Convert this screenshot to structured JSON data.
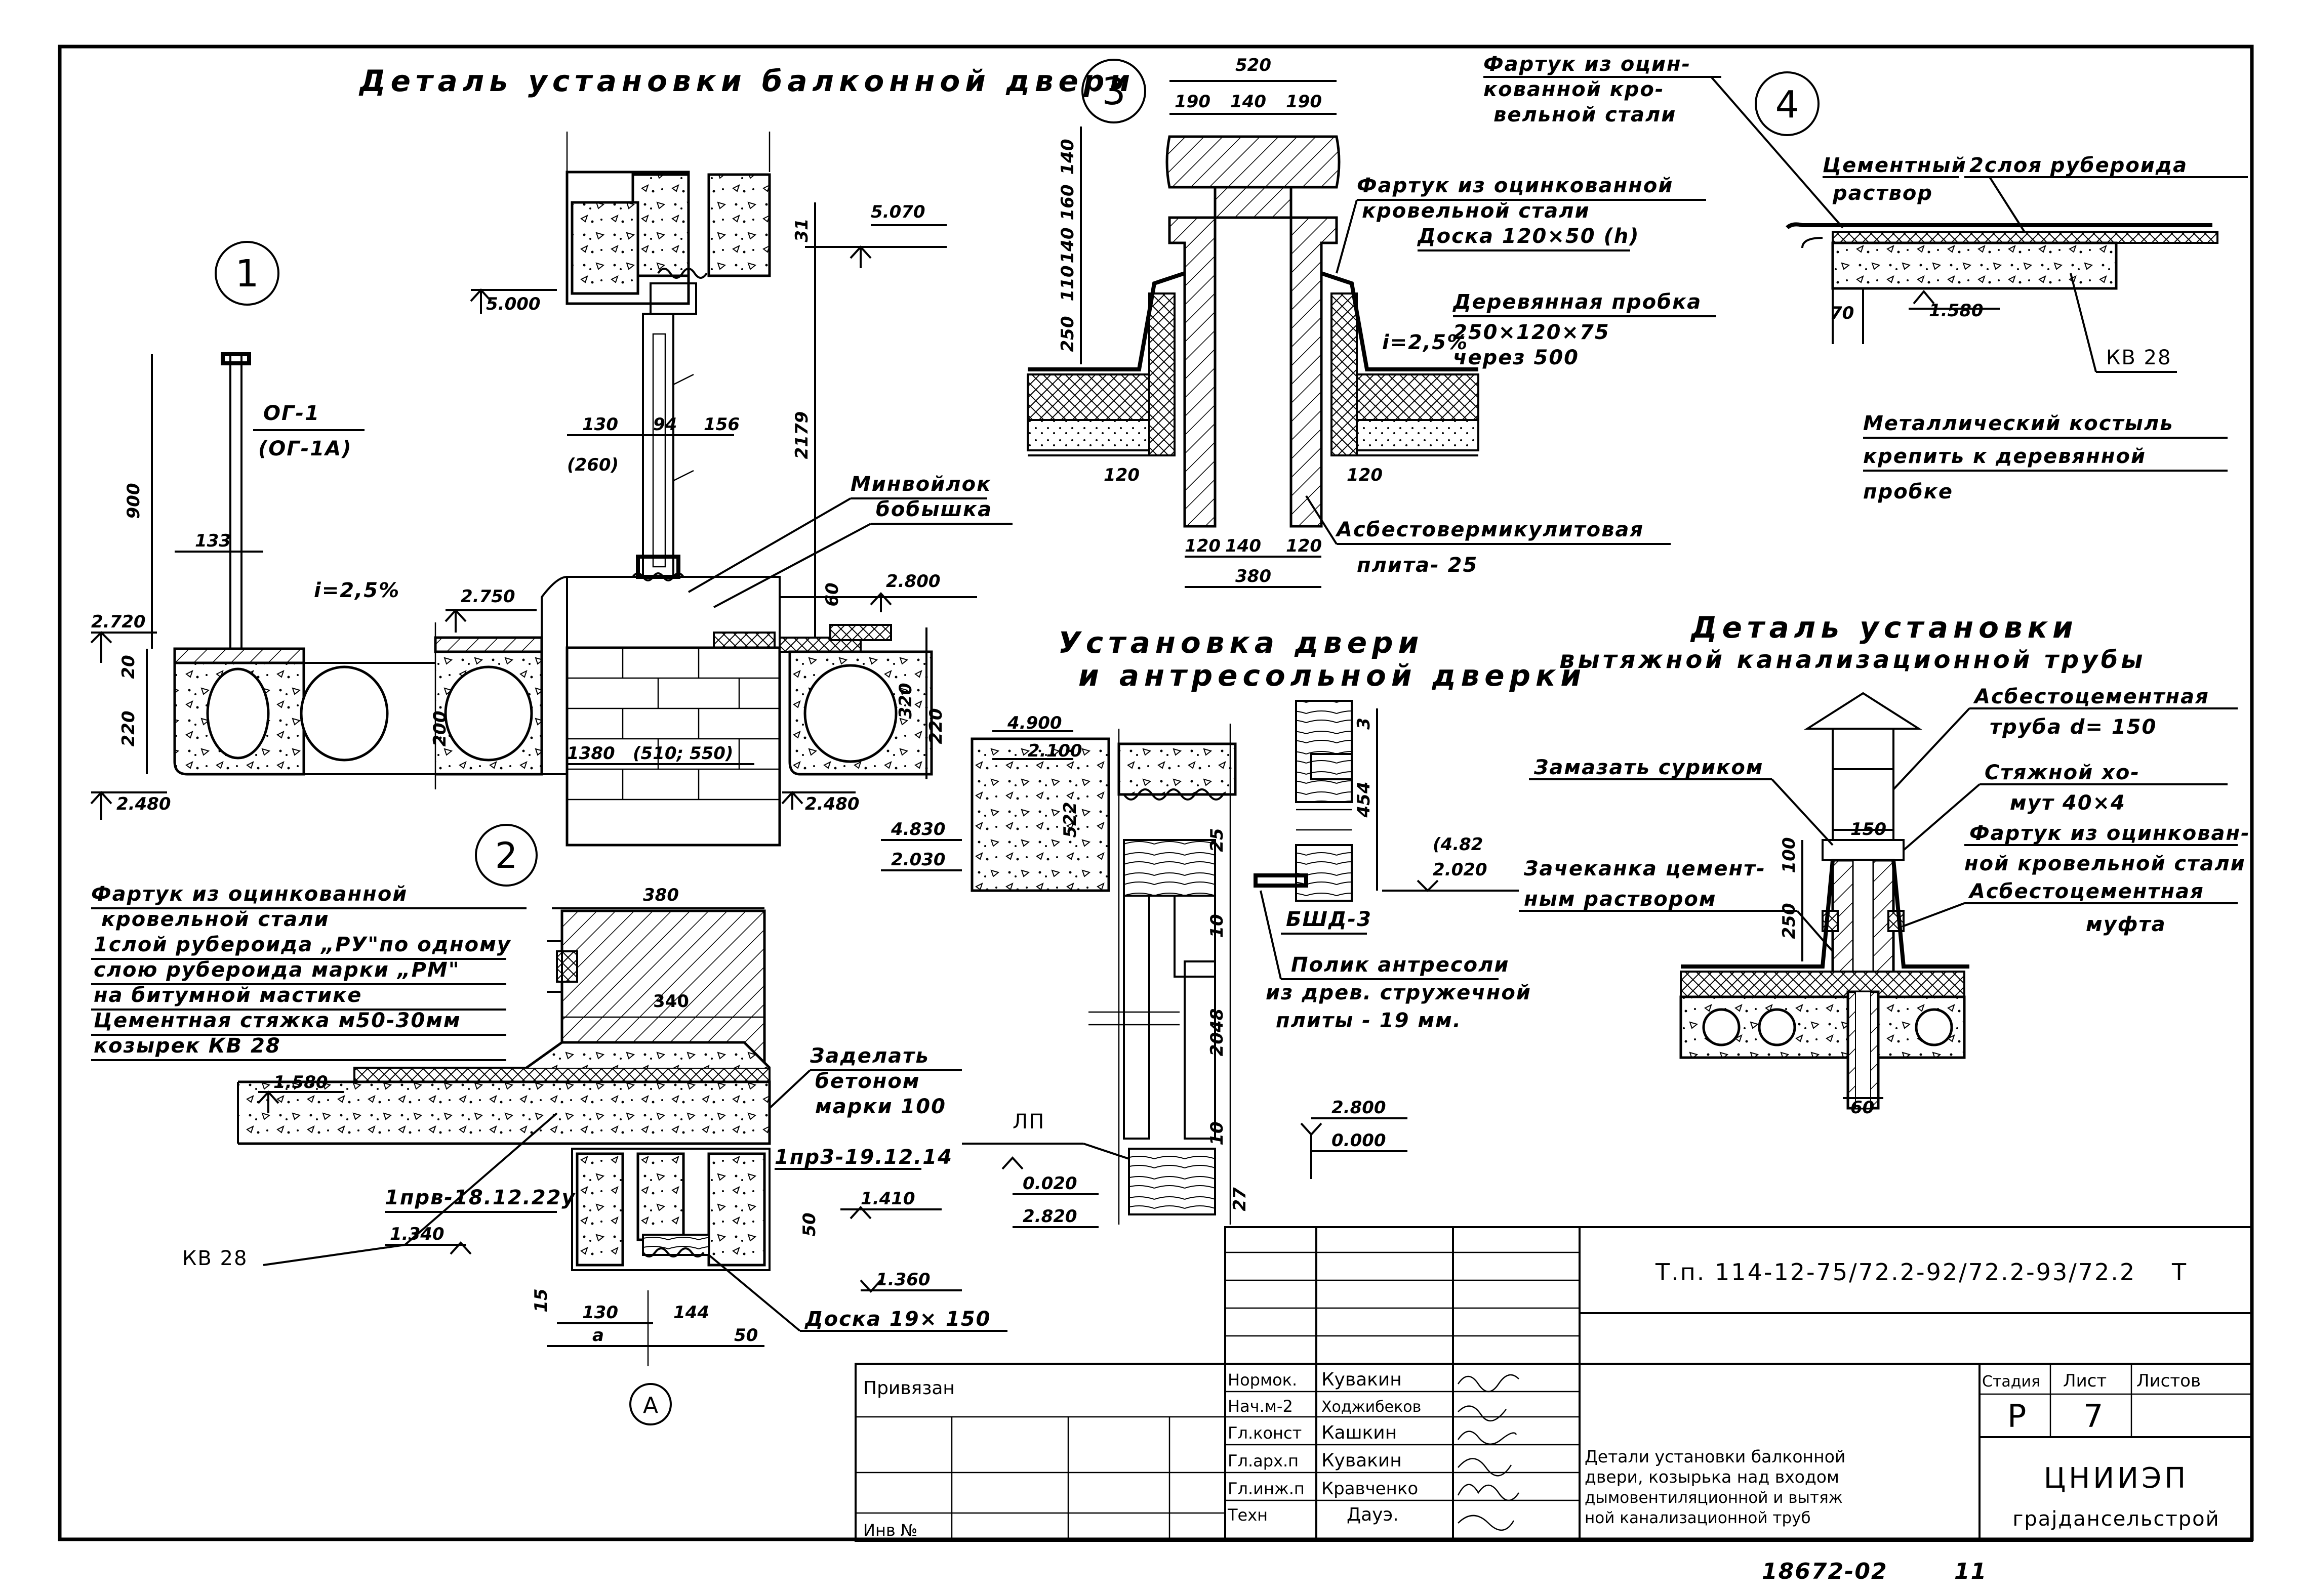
{
  "details": {
    "balcony_title": "Деталь установки балконной двери",
    "d1": {
      "num": "1",
      "mark1": "ОГ-1",
      "mark2": "(ОГ-1А)",
      "slope": "i=2,5%",
      "dims": [
        "900",
        "133",
        "20",
        "220"
      ],
      "levels": [
        "2.720",
        "2.480"
      ]
    },
    "balcony": {
      "levels": [
        "5.000",
        "5.070",
        "2.750",
        "2.800",
        "2.480",
        "4.830",
        "2.030"
      ],
      "dims": [
        "31",
        "2179",
        "130",
        "(260)",
        "94",
        "156",
        "60",
        "320",
        "200",
        "1380",
        "(510; 550)"
      ],
      "label_mineral": "Минвойлок",
      "label_boss": "бобышка"
    },
    "d2": {
      "num": "2",
      "notes": [
        "Фартук из оцинкованной",
        "кровельной стали",
        "1слой рубероида „РУ\"по одному",
        "слою рубероида марки „РМ\"",
        "на битумной мастике",
        "Цементная стяжка м50-30мм",
        "козырек КВ 28"
      ],
      "seal_label": [
        "Заделать",
        "бетоном",
        "марки 100"
      ],
      "lintel1": "1пр3-19.12.14",
      "lintel2": "1прв-18.12.22у",
      "board": "Доска 19× 150",
      "kv": "КВ 28",
      "axis": "А",
      "axis_dim": "а",
      "levels": [
        "1.580",
        "1.410",
        "1.340",
        "1.360"
      ],
      "dims": [
        "380",
        "340",
        "50",
        "15",
        "130",
        "144",
        "50"
      ]
    },
    "d3": {
      "num": "3",
      "top_dims": [
        "520",
        "190",
        "140",
        "190"
      ],
      "side_dims": [
        "140",
        "160",
        "140",
        "110",
        "250"
      ],
      "labels": [
        "Фартук из оцинкованной",
        "кровельной стали",
        "Доска 120×50 (h)",
        "Деревянная пробка",
        "250×120×75",
        "через 500"
      ],
      "slope": "i=2,5%",
      "dims_bottom": [
        "120",
        "120",
        "120",
        "140",
        "120",
        "380"
      ],
      "asbestos": [
        "Асбестовермикулитовая",
        "плита- 25"
      ]
    },
    "d4": {
      "num": "4",
      "apron": [
        "Фартук из оцин-",
        "кованной кро-",
        "вельной стали"
      ],
      "cement": [
        "Цементный",
        "раствор"
      ],
      "felt": "2слоя рубероида",
      "dim": "70",
      "level": "1.580",
      "kv": "КВ 28",
      "crutch": [
        "Металлический костыль",
        "крепить к деревянной",
        "пробке"
      ]
    },
    "door": {
      "title1": "Установка двери",
      "title2": "и антресольной дверки",
      "levels": [
        "4.900",
        "2.100",
        "4.830",
        "2.030",
        "(4.82",
        "2.020",
        "2.800",
        "0.000",
        "0.020",
        "2.820"
      ],
      "dims": [
        "522",
        "220",
        "25",
        "3",
        "454",
        "10",
        "2048",
        "10",
        "27"
      ],
      "bsh": "БШД-3",
      "lp": "ЛП",
      "floor": [
        "Полик антресоли",
        "из древ. стружечной",
        "плиты - 19 мм."
      ]
    },
    "pipe": {
      "title1": "Деталь установки",
      "title2": "вытяжной канализационной трубы",
      "labels_right": [
        "Асбестоцементная",
        "труба d= 150",
        "Стяжной хо-",
        "мут 40×4",
        "Фартук из оцинкован-",
        "ной кровельной стали",
        "Асбестоцементная",
        "муфта"
      ],
      "labels_left": [
        "Замазать суриком",
        "Зачеканка цемент-",
        "ным раствором"
      ],
      "dims": [
        "150",
        "100",
        "250",
        "60"
      ]
    }
  },
  "title_block": {
    "code": "Т.п. 114-12-75/72.2-92/72.2-93/72.2",
    "code_suffix": "Т",
    "tied": "Привязан",
    "inv": "Инв №",
    "roles": [
      {
        "role": "Нормок.",
        "name": "Кувакин"
      },
      {
        "role": "Нач.м-2",
        "name": "Ходжибеков"
      },
      {
        "role": "Гл.конст",
        "name": "Кашкин"
      },
      {
        "role": "Гл.арх.п",
        "name": "Кувакин"
      },
      {
        "role": "Гл.инж.п",
        "name": "Кравченко"
      },
      {
        "role": "Техн",
        "name": "Дауэ."
      }
    ],
    "stage_label": "Стадия",
    "sheet_label": "Лист",
    "sheets_label": "Листов",
    "stage": "Р",
    "sheet": "7",
    "description": [
      "Детали установки балконной",
      "двери, козырька над входом",
      "дымовентиляционной и вытяж",
      "ной канализационной труб"
    ],
    "org1": "ЦНИИЭП",
    "org2": "грајдансельстрой"
  },
  "footer": {
    "number": "18672-02",
    "page": "11"
  }
}
